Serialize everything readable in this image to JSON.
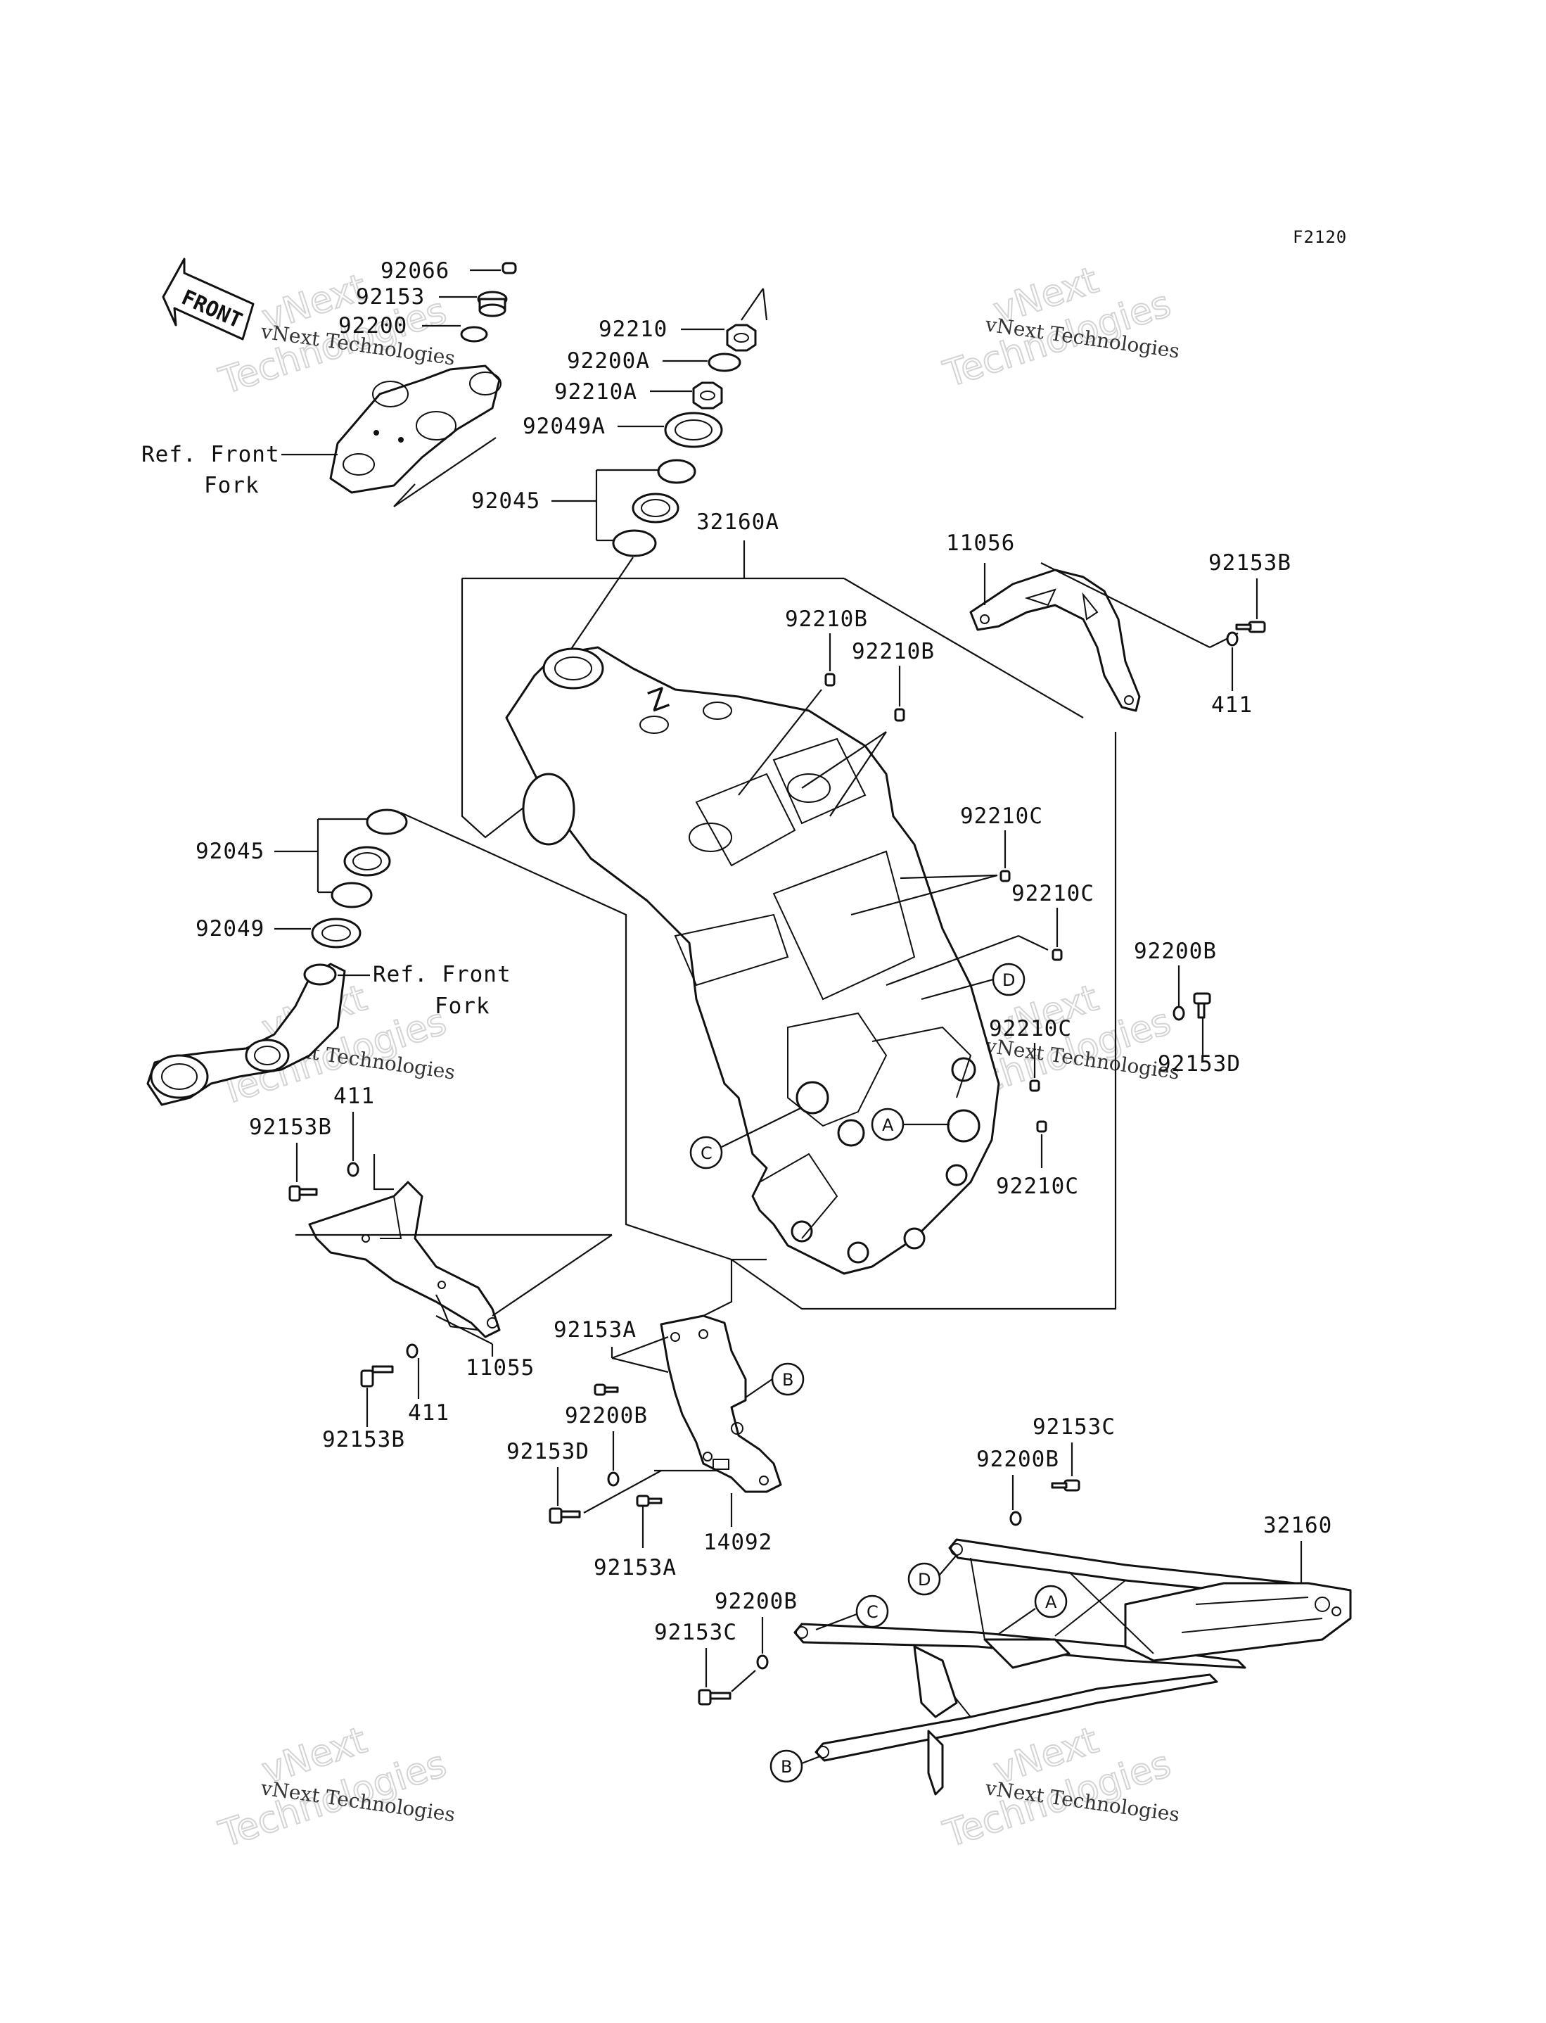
{
  "figure_code": "F2120",
  "watermark": {
    "small": "vNext Technologies",
    "big_line1": "vNext",
    "big_line2": "Technologies"
  },
  "front_arrow": "FRONT",
  "refs": {
    "front_fork_1": "Ref. Front",
    "front_fork_1b": "Fork",
    "front_fork_2": "Ref. Front",
    "front_fork_2b": "Fork"
  },
  "callouts": {
    "A": "A",
    "B": "B",
    "C": "C",
    "D": "D"
  },
  "parts": {
    "p92066": "92066",
    "p92153": "92153",
    "p92200": "92200",
    "p92210": "92210",
    "p92200A": "92200A",
    "p92210A": "92210A",
    "p92049A": "92049A",
    "p92045_top": "92045",
    "p32160A": "32160A",
    "p11056": "11056",
    "p92153B_r": "92153B",
    "p411_r": "411",
    "p92210B_1": "92210B",
    "p92210B_2": "92210B",
    "p92045_left": "92045",
    "p92049": "92049",
    "p92210C_1": "92210C",
    "p92210C_2": "92210C",
    "p92200B_r": "92200B",
    "p92210C_3": "92210C",
    "p92153D_r": "92153D",
    "p411_l": "411",
    "p92153B_l": "92153B",
    "p92210C_4": "92210C",
    "p11055": "11055",
    "p411_b": "411",
    "p92153B_b": "92153B",
    "p92153A_1": "92153A",
    "p92200B_m": "92200B",
    "p92153D_m": "92153D",
    "p14092": "14092",
    "p92153A_2": "92153A",
    "p92153C_r": "92153C",
    "p92200B_r2": "92200B",
    "p32160": "32160",
    "p92200B_b": "92200B",
    "p92153C_b": "92153C"
  }
}
